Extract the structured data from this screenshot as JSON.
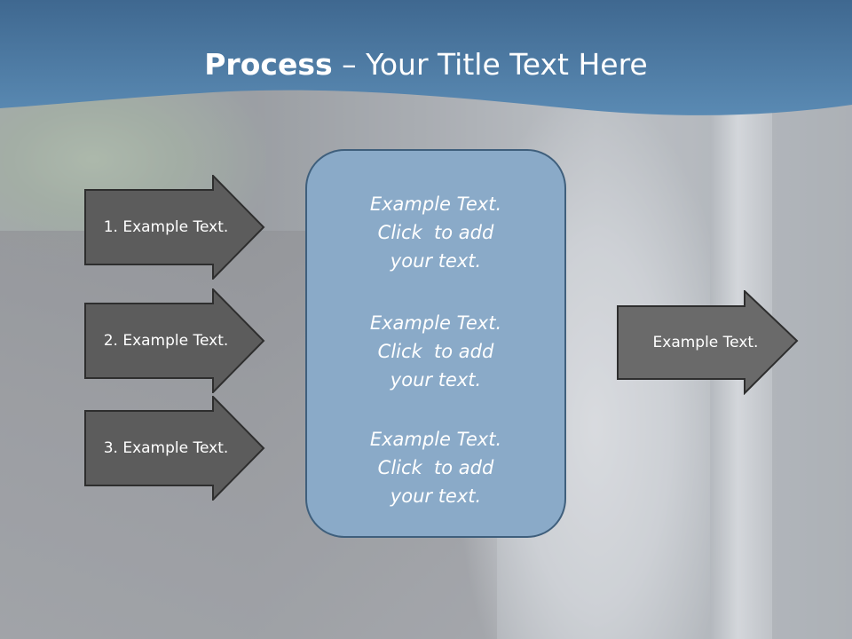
{
  "title": {
    "bold": "Process",
    "rest": " – Your Title Text Here"
  },
  "left_arrows": [
    "1. Example Text.",
    "2. Example Text.",
    "3. Example Text."
  ],
  "center_box": {
    "blocks": [
      [
        "Example Text.",
        "Click  to add",
        "your text."
      ],
      [
        "Example Text.",
        "Click  to add",
        "your text."
      ],
      [
        "Example Text.",
        "Click  to add",
        "your text."
      ]
    ]
  },
  "right_arrow": "Example Text.",
  "colors": {
    "header_blue": "#4a78a0",
    "arrow_dark": "#5c5c5c",
    "arrow_right": "#6a6a6a",
    "center_box": "#8aaac8",
    "center_box_border": "#3f5f7c"
  }
}
